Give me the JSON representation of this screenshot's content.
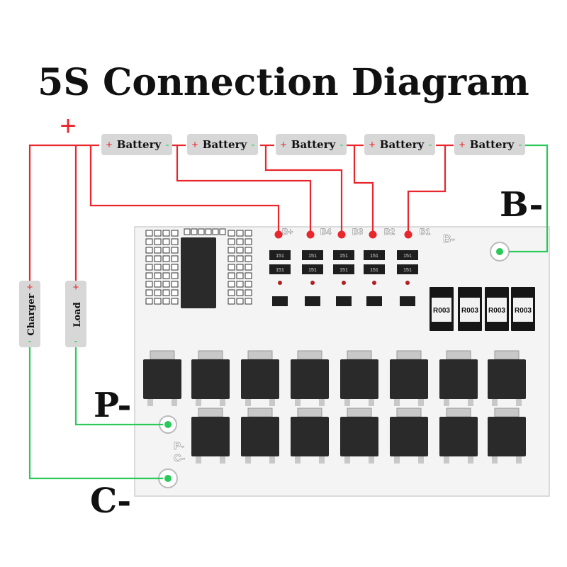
{
  "title": "5S Connection Diagram",
  "plus_sign": "+",
  "minus_sign": "-",
  "batteries": [
    {
      "label": "Battery"
    },
    {
      "label": "Battery"
    },
    {
      "label": "Battery"
    },
    {
      "label": "Battery"
    },
    {
      "label": "Battery"
    }
  ],
  "charger_label": "Charger",
  "load_label": "Load",
  "terminals": {
    "b_minus": "B-",
    "p_minus": "P-",
    "c_minus": "C-"
  },
  "board": {
    "pad_labels": [
      "B+",
      "B4",
      "B3",
      "B2",
      "B1"
    ],
    "b_minus_silk": "B-",
    "p_silk": "P-",
    "c_silk": "C-",
    "resistor_labels": [
      "R003",
      "R003",
      "R003",
      "R003"
    ],
    "small_resistor_label": "151"
  },
  "colors": {
    "positive_wire": "#e8262c",
    "negative_wire": "#29c95a",
    "battery_fill": "#d7d7d7",
    "board": "#f4f4f4",
    "chip": "#2a2a2a"
  }
}
